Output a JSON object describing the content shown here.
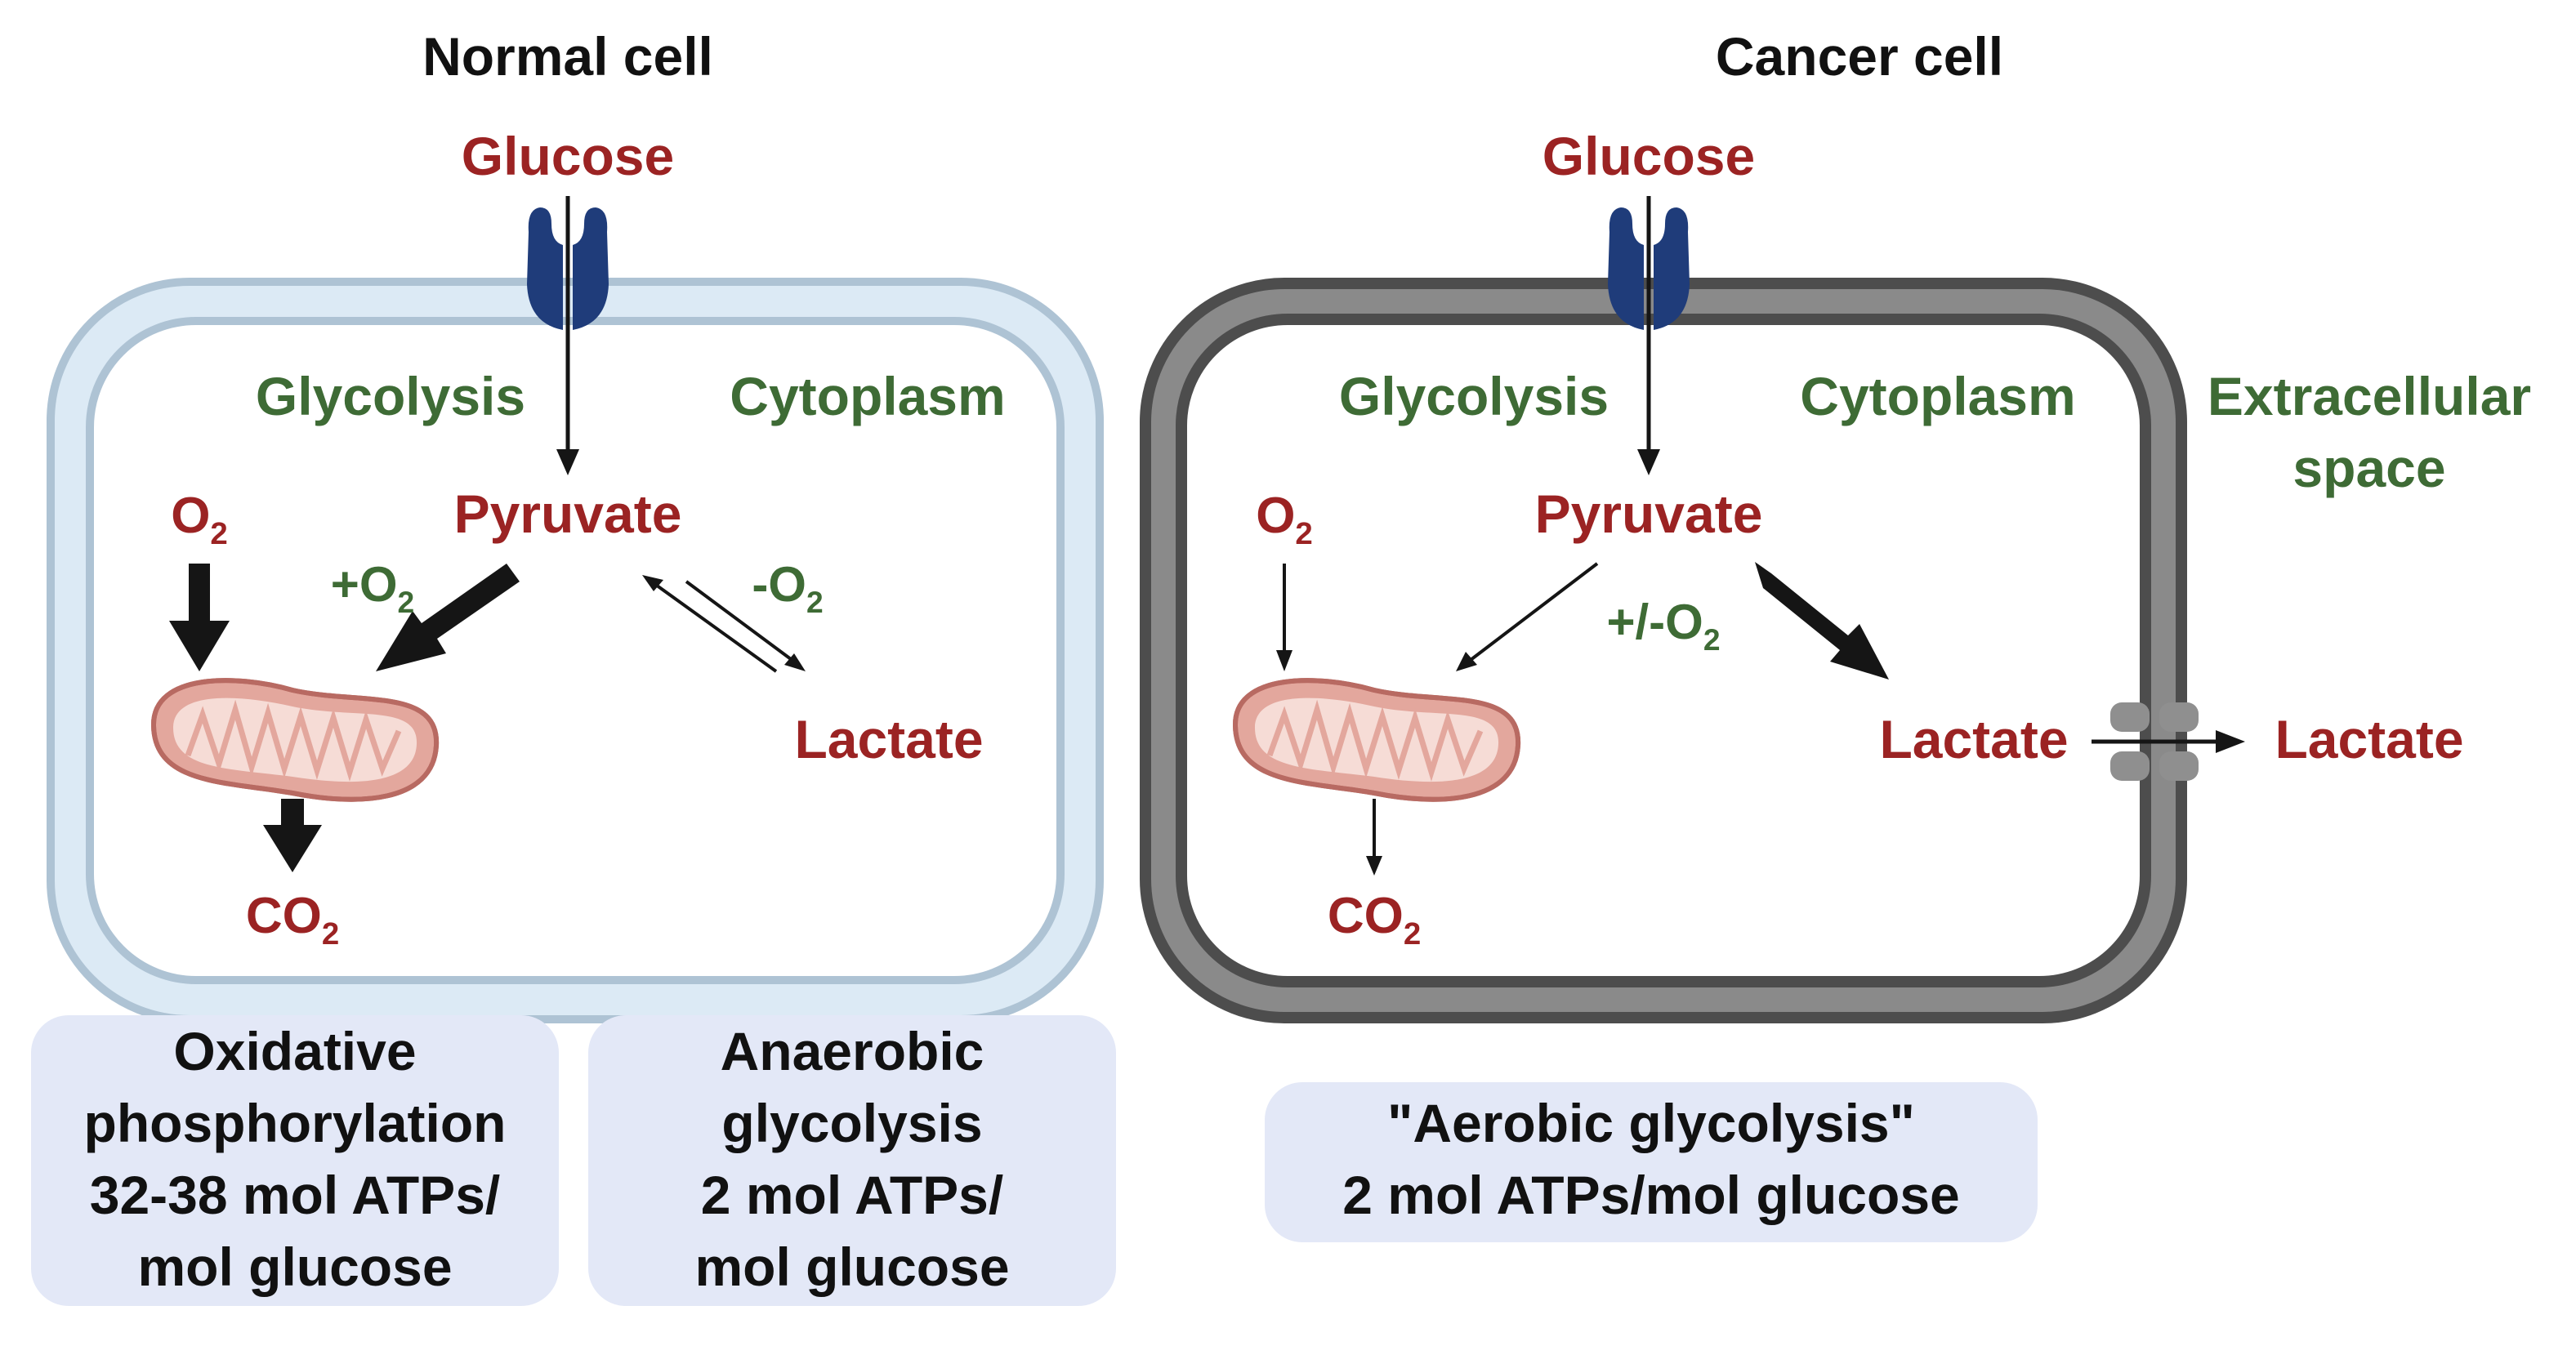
{
  "colors": {
    "heading": "#111111",
    "metabolite": "#9b2323",
    "process": "#3e6b35",
    "normal_membrane_outer": "#aec3d4",
    "normal_membrane_fill": "#dceaf5",
    "cancer_membrane_outer": "#4d4d4d",
    "cancer_membrane_fill": "#8a8a8a",
    "transporter": "#1f3c7a",
    "mitochondrion_outer": "#b86a62",
    "mitochondrion_fill": "#e3a79d",
    "mitochondrion_inner": "#f6dcd6",
    "channel": "#8f8f8f",
    "summary_box": "#e3e8f7",
    "arrow": "#151515"
  },
  "icons": {
    "transporter": "glucose-transporter-icon",
    "mitochondrion": "mitochondrion-icon",
    "channel": "lactate-channel-icon"
  },
  "normal": {
    "title": "Normal cell",
    "glucose": "Glucose",
    "glycolysis": "Glycolysis",
    "cytoplasm": "Cytoplasm",
    "o2": {
      "base": "O",
      "sub": "2"
    },
    "pyruvate": "Pyruvate",
    "plus_o2": {
      "base": "+O",
      "sub": "2"
    },
    "minus_o2": {
      "base": "-O",
      "sub": "2"
    },
    "lactate": "Lactate",
    "co2": {
      "base": "CO",
      "sub": "2"
    },
    "box_oxphos": [
      "Oxidative",
      "phosphorylation",
      "32-38 mol ATPs/",
      "mol glucose"
    ],
    "box_anaerobic": [
      "Anaerobic",
      "glycolysis",
      "2 mol ATPs/",
      "mol glucose"
    ]
  },
  "cancer": {
    "title": "Cancer cell",
    "glucose": "Glucose",
    "glycolysis": "Glycolysis",
    "cytoplasm": "Cytoplasm",
    "extracellular": [
      "Extracellular",
      "space"
    ],
    "o2": {
      "base": "O",
      "sub": "2"
    },
    "pyruvate": "Pyruvate",
    "plus_minus_o2": {
      "base": "+/-O",
      "sub": "2"
    },
    "lactate_inside": "Lactate",
    "lactate_outside": "Lactate",
    "co2": {
      "base": "CO",
      "sub": "2"
    },
    "box_aerobic": [
      "\"Aerobic glycolysis\"",
      "2 mol ATPs/mol glucose"
    ]
  }
}
